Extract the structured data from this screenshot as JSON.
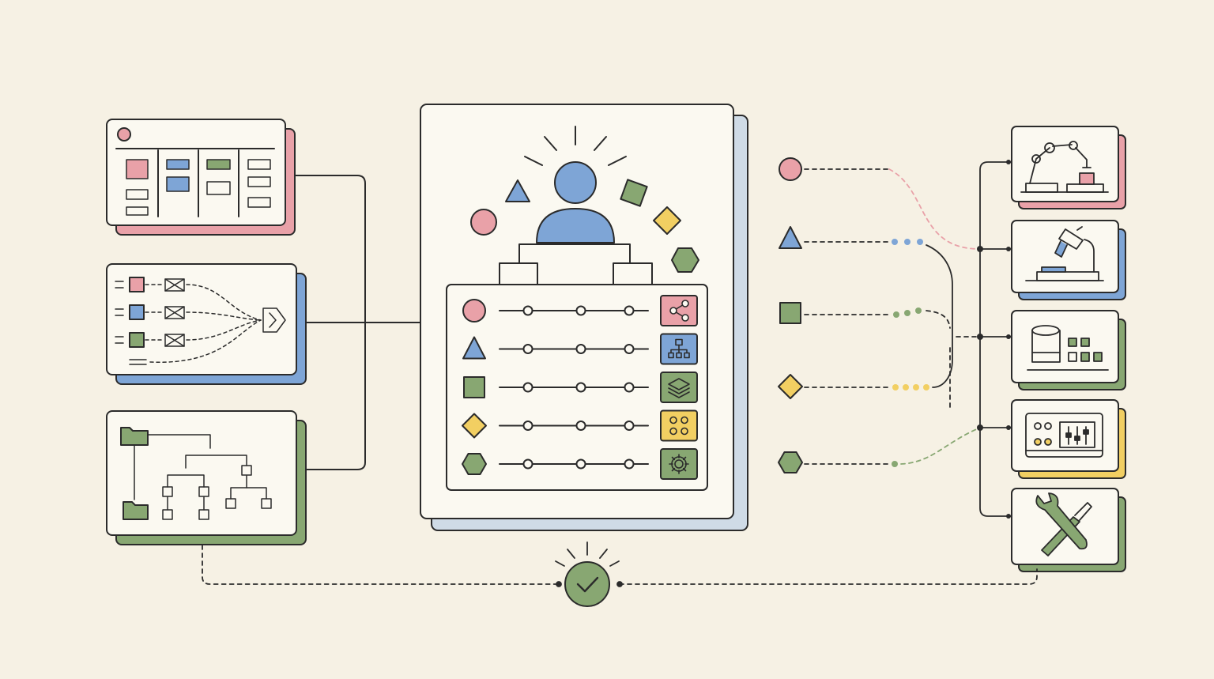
{
  "palette": {
    "background": "#f6f1e4",
    "card": "#fbf9f1",
    "ink": "#2b2b2b",
    "pink": "#e9a1a8",
    "blue": "#7ea5d6",
    "green": "#88a772",
    "yellow": "#f2cf62",
    "light_blue": "#cfdbe6"
  },
  "sources": [
    {
      "id": "kanban-board",
      "icon": "kanban-board-icon",
      "accent": "pink"
    },
    {
      "id": "message-routing",
      "icon": "message-routing-icon",
      "accent": "blue"
    },
    {
      "id": "file-tree",
      "icon": "folder-tree-icon",
      "accent": "green"
    }
  ],
  "hub": {
    "figure": "person-icon",
    "rows": [
      {
        "shape": "circle",
        "color": "pink",
        "action": "share-icon"
      },
      {
        "shape": "triangle",
        "color": "blue",
        "action": "org-chart-icon"
      },
      {
        "shape": "square",
        "color": "green",
        "action": "layers-icon"
      },
      {
        "shape": "diamond",
        "color": "yellow",
        "action": "apps-grid-icon"
      },
      {
        "shape": "hexagon",
        "color": "green",
        "action": "gear-icon"
      }
    ]
  },
  "signals": [
    {
      "shape": "circle",
      "color": "pink"
    },
    {
      "shape": "triangle",
      "color": "blue"
    },
    {
      "shape": "square",
      "color": "green"
    },
    {
      "shape": "diamond",
      "color": "yellow"
    },
    {
      "shape": "hexagon",
      "color": "green"
    }
  ],
  "destinations": [
    {
      "id": "robot-arm",
      "icon": "robot-arm-icon",
      "accent": "pink"
    },
    {
      "id": "microscope",
      "icon": "microscope-icon",
      "accent": "blue"
    },
    {
      "id": "storage",
      "icon": "storage-tank-icon",
      "accent": "green"
    },
    {
      "id": "control-panel",
      "icon": "control-panel-icon",
      "accent": "yellow"
    },
    {
      "id": "tools",
      "icon": "wrench-screwdriver-icon",
      "accent": "green"
    }
  ],
  "status": {
    "icon": "check-icon"
  }
}
